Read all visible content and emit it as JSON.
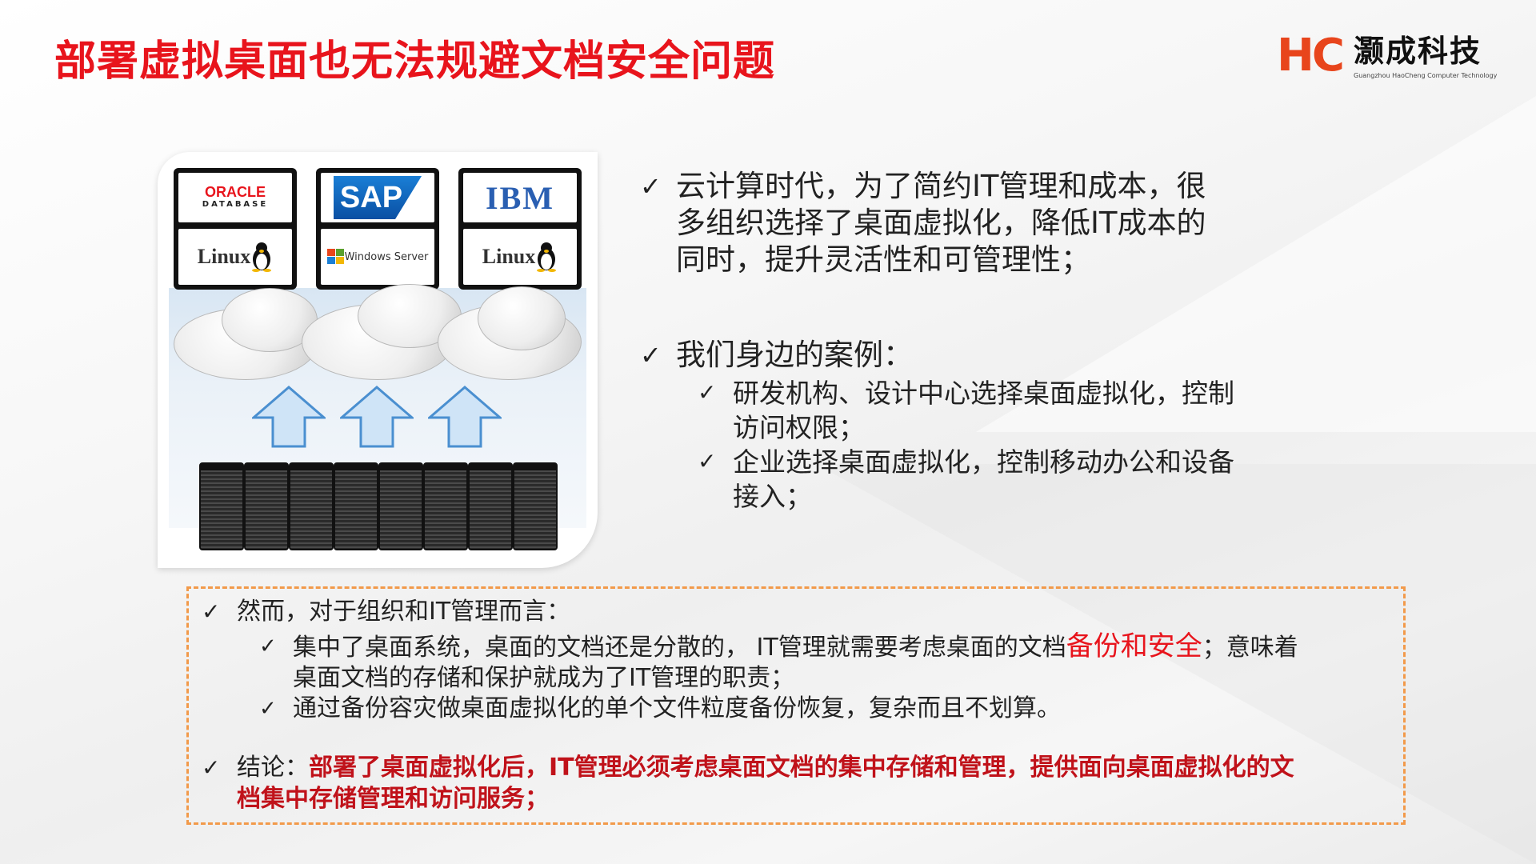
{
  "title": "部署虚拟桌面也无法规避文档安全问题",
  "logo": {
    "mark": "HC",
    "cn": "灏成科技",
    "en": "Guangzhou HaoCheng Computer Technology"
  },
  "illustration": {
    "tiles": [
      {
        "top": "ORACLE",
        "top_sub": "DATABASE",
        "bottom": "Linux"
      },
      {
        "top": "SAP",
        "bottom": "Windows Server"
      },
      {
        "top": "IBM",
        "bottom": "Linux"
      }
    ],
    "arrow_count": 3,
    "rack_count": 8
  },
  "right_panel": {
    "p1": {
      "check": "✓",
      "lines": [
        "云计算时代，为了简约IT管理和成本，很",
        "多组织选择了桌面虚拟化，降低IT成本的",
        "同时，提升灵活性和可管理性；"
      ]
    },
    "p2": {
      "check": "✓",
      "heading": "我们身边的案例：",
      "items": [
        {
          "lines": [
            "研发机构、设计中心选择桌面虚拟化，控制",
            "访问权限；"
          ]
        },
        {
          "lines": [
            "企业选择桌面虚拟化，控制移动办公和设备",
            "接入；"
          ]
        }
      ]
    }
  },
  "box": {
    "check": "✓",
    "heading": "然而，对于组织和IT管理而言：",
    "item1_pre": "集中了桌面系统，桌面的文档还是分散的， IT管理就需要考虑桌面的文档",
    "item1_red": "备份和安全",
    "item1_post": "；意味着",
    "item1_line2": "桌面文档的存储和保护就成为了IT管理的职责；",
    "item2": "通过备份容灾做桌面虚拟化的单个文件粒度备份恢复，复杂而且不划算。",
    "conclusion_label": "结论：",
    "conclusion_line1": "部署了桌面虚拟化后，IT管理必须考虑桌面文档的集中存储和管理，提供面向桌面虚拟化的文",
    "conclusion_line2": "档集中存储管理和访问服务；"
  },
  "colors": {
    "title_red": "#e8141c",
    "logo_orange": "#e8451c",
    "box_border": "#f29a4a",
    "conclusion_red": "#c0121a"
  }
}
